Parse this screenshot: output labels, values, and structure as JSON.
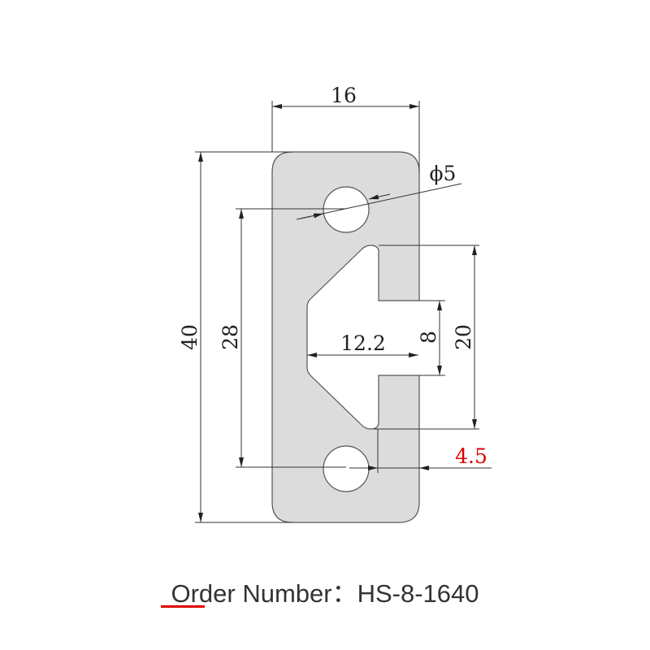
{
  "drawing": {
    "dimensions": {
      "width": "16",
      "height": "40",
      "hole_spacing": "28",
      "slot_depth": "12.2",
      "slot_opening": "8",
      "slot_height": "20",
      "offset": "4.5",
      "hole_diameter": "ϕ5"
    },
    "colors": {
      "plate_fill": "#dcdcdc",
      "outline": "#555555",
      "highlight": "#e00000"
    }
  },
  "caption": {
    "label": "Order Number：",
    "value": "HS-8-1640"
  }
}
